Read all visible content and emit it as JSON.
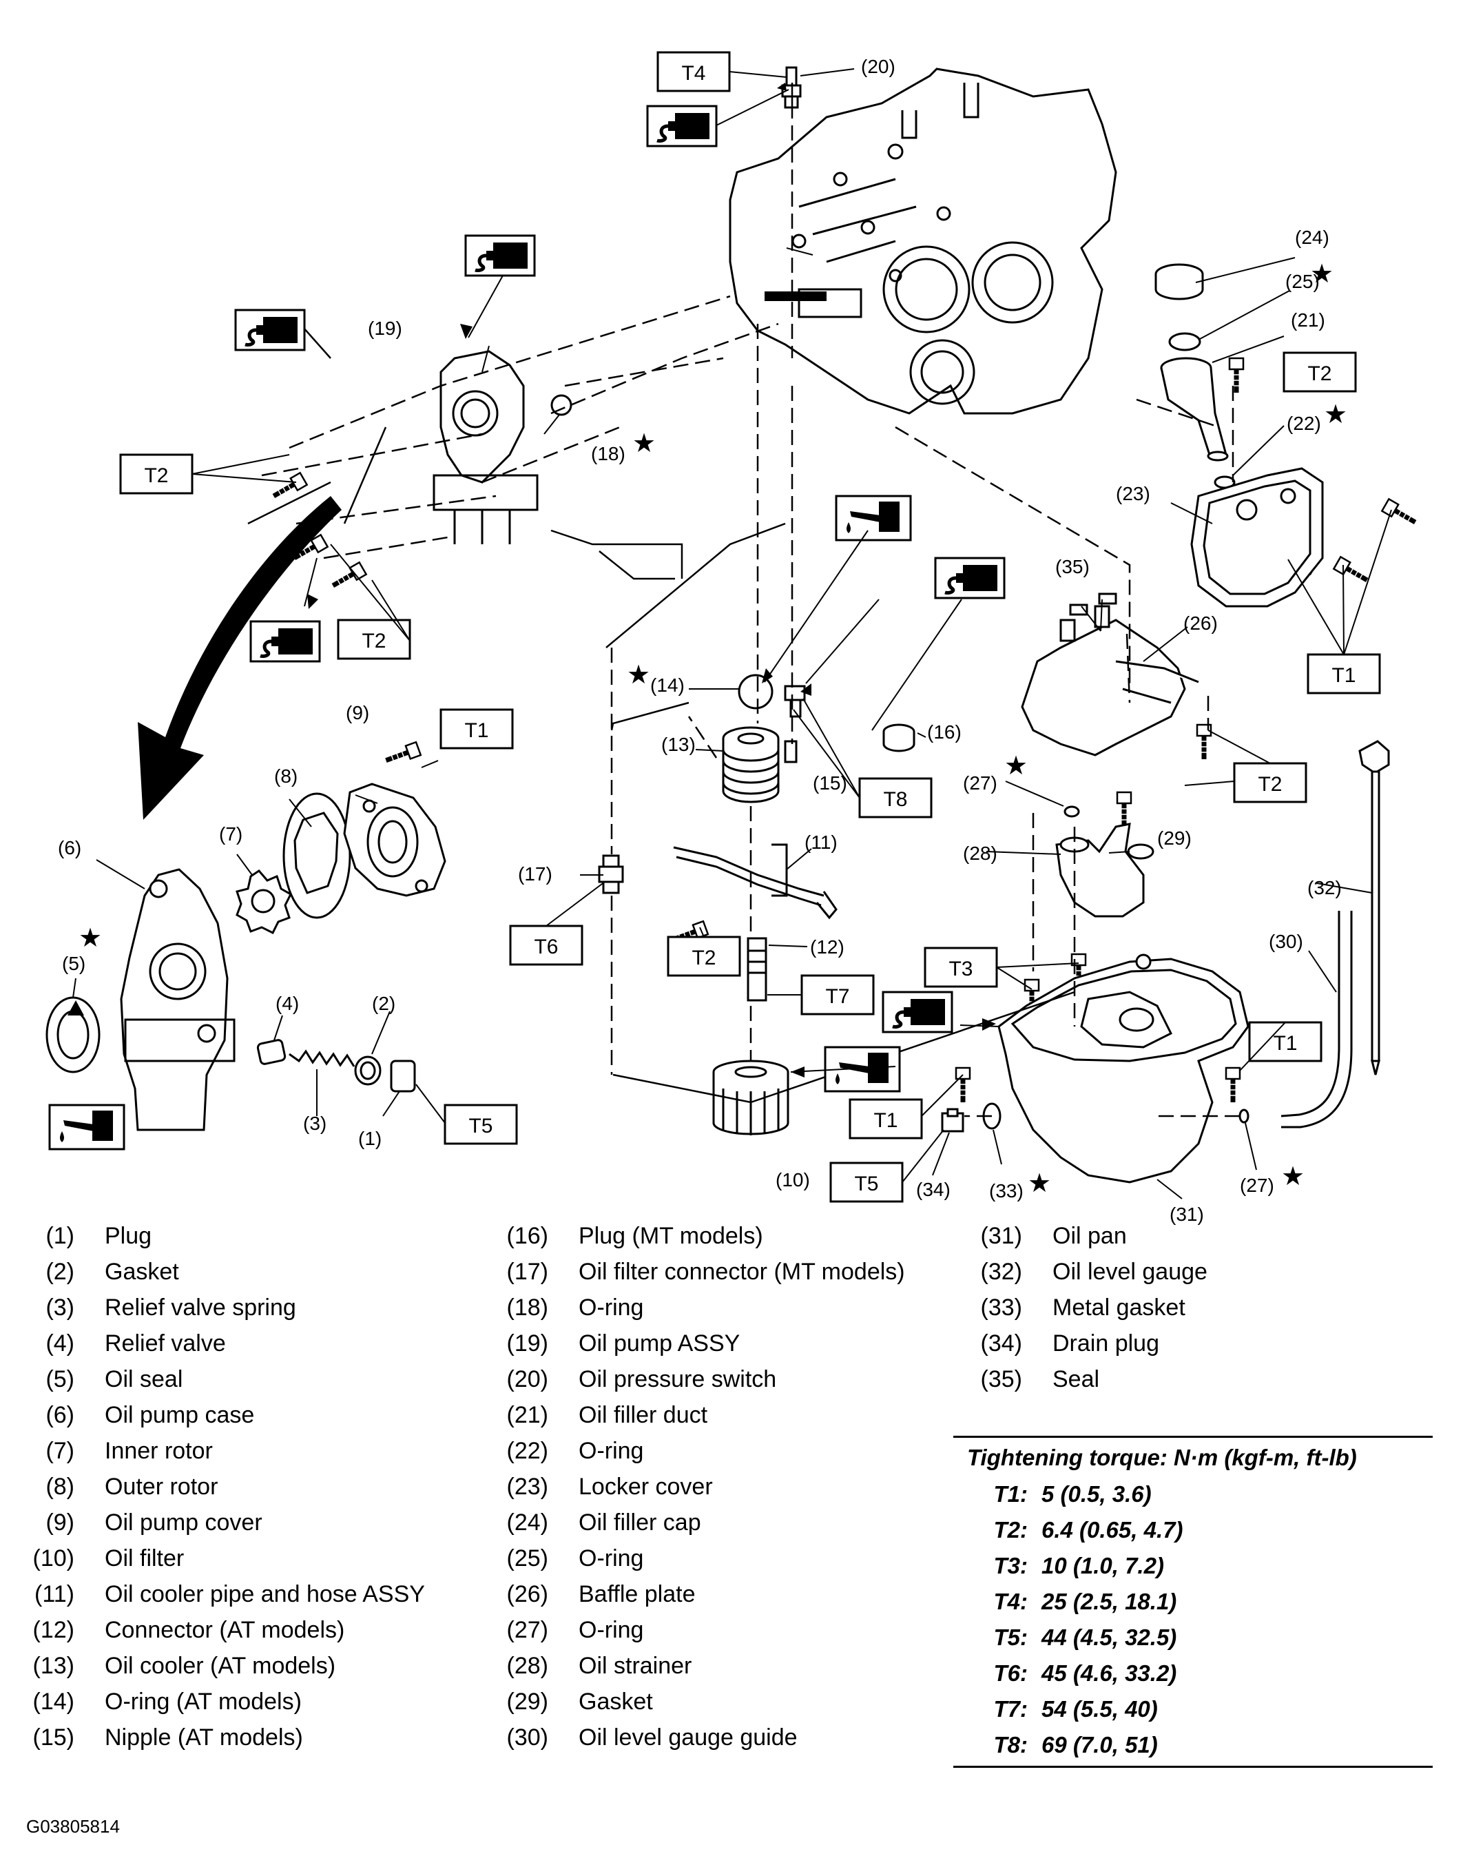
{
  "figure_code": "G03805814",
  "torque_labels": [
    "T1",
    "T2",
    "T3",
    "T4",
    "T5",
    "T6",
    "T7",
    "T8"
  ],
  "callouts": [
    "(1)",
    "(2)",
    "(3)",
    "(4)",
    "(5)",
    "(6)",
    "(7)",
    "(8)",
    "(9)",
    "(10)",
    "(11)",
    "(12)",
    "(13)",
    "(14)",
    "(15)",
    "(16)",
    "(17)",
    "(18)",
    "(19)",
    "(20)",
    "(21)",
    "(22)",
    "(23)",
    "(24)",
    "(25)",
    "(26)",
    "(27)",
    "(28)",
    "(29)",
    "(30)",
    "(31)",
    "(32)",
    "(33)",
    "(34)",
    "(35)"
  ],
  "star_symbol": "★",
  "icons": [
    "sealant-tube-icon",
    "engine-oil-can-icon",
    "curved-arrow-icon",
    "star-icon"
  ],
  "legend": [
    {
      "num": "(1)",
      "name": "Plug"
    },
    {
      "num": "(2)",
      "name": "Gasket"
    },
    {
      "num": "(3)",
      "name": "Relief valve spring"
    },
    {
      "num": "(4)",
      "name": "Relief valve"
    },
    {
      "num": "(5)",
      "name": "Oil seal"
    },
    {
      "num": "(6)",
      "name": "Oil pump case"
    },
    {
      "num": "(7)",
      "name": "Inner rotor"
    },
    {
      "num": "(8)",
      "name": "Outer rotor"
    },
    {
      "num": "(9)",
      "name": "Oil pump cover"
    },
    {
      "num": "(10)",
      "name": "Oil filter"
    },
    {
      "num": "(11)",
      "name": "Oil cooler pipe and hose ASSY"
    },
    {
      "num": "(12)",
      "name": "Connector (AT models)"
    },
    {
      "num": "(13)",
      "name": "Oil cooler (AT models)"
    },
    {
      "num": "(14)",
      "name": "O-ring (AT models)"
    },
    {
      "num": "(15)",
      "name": "Nipple (AT models)"
    },
    {
      "num": "(16)",
      "name": "Plug (MT models)"
    },
    {
      "num": "(17)",
      "name": "Oil filter connector (MT models)"
    },
    {
      "num": "(18)",
      "name": "O-ring"
    },
    {
      "num": "(19)",
      "name": "Oil pump ASSY"
    },
    {
      "num": "(20)",
      "name": "Oil pressure switch"
    },
    {
      "num": "(21)",
      "name": "Oil filler duct"
    },
    {
      "num": "(22)",
      "name": "O-ring"
    },
    {
      "num": "(23)",
      "name": "Locker cover"
    },
    {
      "num": "(24)",
      "name": "Oil filler cap"
    },
    {
      "num": "(25)",
      "name": "O-ring"
    },
    {
      "num": "(26)",
      "name": "Baffle plate"
    },
    {
      "num": "(27)",
      "name": "O-ring"
    },
    {
      "num": "(28)",
      "name": "Oil strainer"
    },
    {
      "num": "(29)",
      "name": "Gasket"
    },
    {
      "num": "(30)",
      "name": "Oil level gauge guide"
    },
    {
      "num": "(31)",
      "name": "Oil pan"
    },
    {
      "num": "(32)",
      "name": "Oil level gauge"
    },
    {
      "num": "(33)",
      "name": "Metal gasket"
    },
    {
      "num": "(34)",
      "name": "Drain plug"
    },
    {
      "num": "(35)",
      "name": "Seal"
    }
  ],
  "torque": {
    "title": "Tightening torque: N·m (kgf-m, ft-lb)",
    "rows": [
      {
        "code": "T1:",
        "value": "5 (0.5, 3.6)"
      },
      {
        "code": "T2:",
        "value": "6.4 (0.65, 4.7)"
      },
      {
        "code": "T3:",
        "value": "10 (1.0, 7.2)"
      },
      {
        "code": "T4:",
        "value": "25 (2.5, 18.1)"
      },
      {
        "code": "T5:",
        "value": "44 (4.5, 32.5)"
      },
      {
        "code": "T6:",
        "value": "45 (4.6, 33.2)"
      },
      {
        "code": "T7:",
        "value": "54 (5.5, 40)"
      },
      {
        "code": "T8:",
        "value": "69 (7.0, 51)"
      }
    ]
  }
}
